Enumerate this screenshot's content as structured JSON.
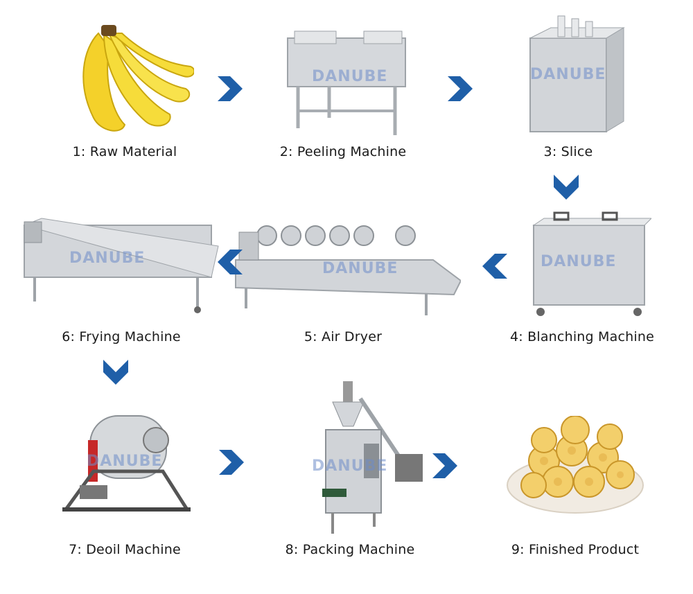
{
  "steps": [
    {
      "label": "1: Raw Material",
      "icon": "banana-icon"
    },
    {
      "label": "2: Peeling Machine",
      "icon": "peeling-machine-icon"
    },
    {
      "label": "3: Slice",
      "icon": "slicer-icon"
    },
    {
      "label": "4: Blanching Machine",
      "icon": "blanching-machine-icon"
    },
    {
      "label": "5: Air Dryer",
      "icon": "air-dryer-icon"
    },
    {
      "label": "6: Frying Machine",
      "icon": "frying-machine-icon"
    },
    {
      "label": "7: Deoil Machine",
      "icon": "deoil-machine-icon"
    },
    {
      "label": "8: Packing Machine",
      "icon": "packing-machine-icon"
    },
    {
      "label": "9: Finished Product",
      "icon": "banana-chips-icon"
    }
  ],
  "watermark": "DANUBE",
  "colors": {
    "arrow": "#1f5fa8",
    "steel": "#c9ccd0",
    "banana": "#f4d12a"
  }
}
